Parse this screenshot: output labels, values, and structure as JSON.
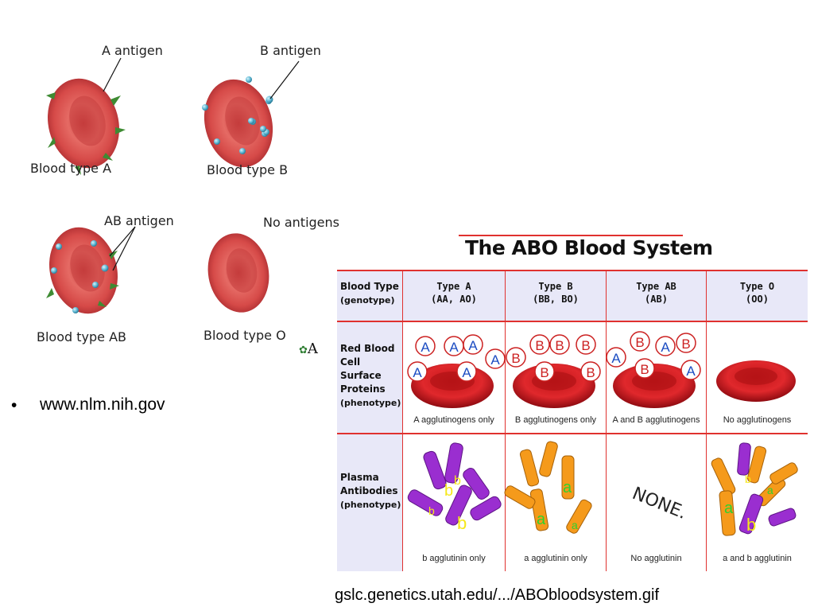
{
  "antigen_figure": {
    "cells": [
      {
        "caption": "Blood type A",
        "antigen_label": "A antigen"
      },
      {
        "caption": "Blood type B",
        "antigen_label": "B antigen"
      },
      {
        "caption": "Blood type AB",
        "antigen_label": "AB antigen"
      },
      {
        "caption": "Blood type O",
        "antigen_label": "No antigens"
      }
    ],
    "cut_text": "A"
  },
  "bullet": {
    "marker": "•",
    "text": "www.nlm.nih.gov"
  },
  "abo_table": {
    "title": "The ABO Blood System",
    "header": {
      "first": {
        "line1": "Blood Type",
        "line2": "(genotype)"
      },
      "columns": [
        {
          "name": "Type A",
          "genotype": "(AA, AO)"
        },
        {
          "name": "Type B",
          "genotype": "(BB, BO)"
        },
        {
          "name": "Type AB",
          "genotype": "(AB)"
        },
        {
          "name": "Type O",
          "genotype": "(OO)"
        }
      ]
    },
    "rows": [
      {
        "label": {
          "line1": "Red Blood",
          "line2": "Cell Surface",
          "line3": "Proteins",
          "line4": "(phenotype)"
        },
        "captions": [
          "A agglutinogens only",
          "B agglutinogens only",
          "A and B agglutinogens",
          "No agglutinogens"
        ]
      },
      {
        "label": {
          "line1": "Plasma",
          "line2": "Antibodies",
          "line3": "(phenotype)"
        },
        "captions": [
          "b agglutinin only",
          "a agglutinin only",
          "No agglutinin",
          "a and b agglutinin"
        ],
        "none_text": "NONE."
      }
    ],
    "colors": {
      "grid": "#e0312f",
      "label_bg": "#e8e8f8",
      "purple": "#9a2ed0",
      "orange": "#f59a1b"
    }
  },
  "source": "gslc.genetics.utah.edu/.../ABObloodsystem.gif"
}
